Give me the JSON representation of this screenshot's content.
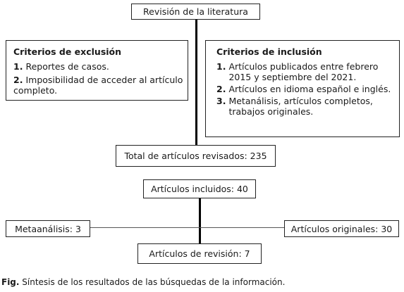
{
  "review": "Revisión de la literatura",
  "exclusion": {
    "title": "Criterios de exclusión",
    "items": [
      {
        "num": "1.",
        "text": "Reportes de casos."
      },
      {
        "num": "2.",
        "text": "Imposibilidad de acceder al artículo completo."
      }
    ]
  },
  "inclusion": {
    "title": "Criterios de inclusión",
    "items": [
      {
        "num": "1.",
        "text": "Artículos publicados entre febrero 2015 y septiembre del 2021."
      },
      {
        "num": "2.",
        "text": "Artículos en idioma español e inglés."
      },
      {
        "num": "3.",
        "text": "Metanálisis, artículos completos, trabajos originales."
      }
    ]
  },
  "total": "Total de artículos revisados: 235",
  "included": "Artículos incluidos: 40",
  "meta": "Metaanálisis: 3",
  "original": "Artículos originales: 30",
  "reviewArticles": "Artículos de revisión: 7",
  "caption": {
    "label": "Fig.",
    "text": " Síntesis de los resultados de las búsquedas de la información."
  }
}
